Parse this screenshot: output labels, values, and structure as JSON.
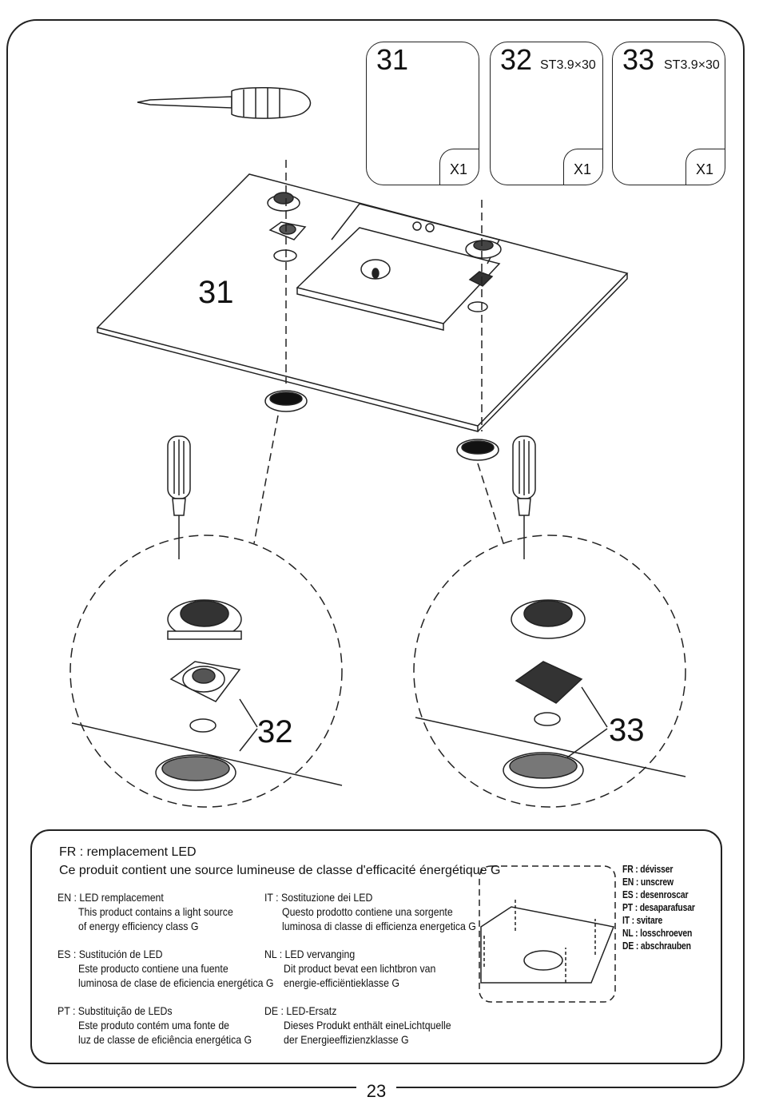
{
  "steps": [
    {
      "number": "31",
      "spec": "",
      "qty": "X1"
    },
    {
      "number": "32",
      "spec": "ST3.9×30",
      "qty": "X1"
    },
    {
      "number": "33",
      "spec": "ST3.9×30",
      "qty": "X1"
    }
  ],
  "callouts": {
    "main": "31",
    "left": "32",
    "right": "33"
  },
  "notice": {
    "fr_title": "FR : remplacement LED",
    "fr_text": "Ce produit contient une source lumineuse de classe d'efficacité énergétique G",
    "en": {
      "title": "EN : LED remplacement",
      "line1": "This product contains a light source",
      "line2": "of energy efficiency class G"
    },
    "es": {
      "title": "ES : Sustitución de LED",
      "line1": "Este producto contiene una fuente",
      "line2": "luminosa de clase de eficiencia energética G"
    },
    "pt": {
      "title": "PT : Substituição de LEDs",
      "line1": "Este produto contém uma fonte de",
      "line2": "luz de classe de eficiência energética G"
    },
    "it": {
      "title": "IT : Sostituzione dei LED",
      "line1": "Questo prodotto contiene una sorgente",
      "line2": "luminosa di classe di efficienza energetica G"
    },
    "nl": {
      "title": "NL : LED vervanging",
      "line1": "Dit product bevat een lichtbron van",
      "line2": "energie-efficiëntieklasse G"
    },
    "de": {
      "title": "DE : LED-Ersatz",
      "line1": "Dieses Produkt enthält eineLichtquelle",
      "line2": "der Energieeffizienzklasse G"
    },
    "unscrew": [
      "FR : dévisser",
      "EN : unscrew",
      "ES : desenroscar",
      "PT : desaparafusar",
      "IT : svitare",
      "NL : losschroeven",
      "DE : abschrauben"
    ]
  },
  "page_number": "23"
}
